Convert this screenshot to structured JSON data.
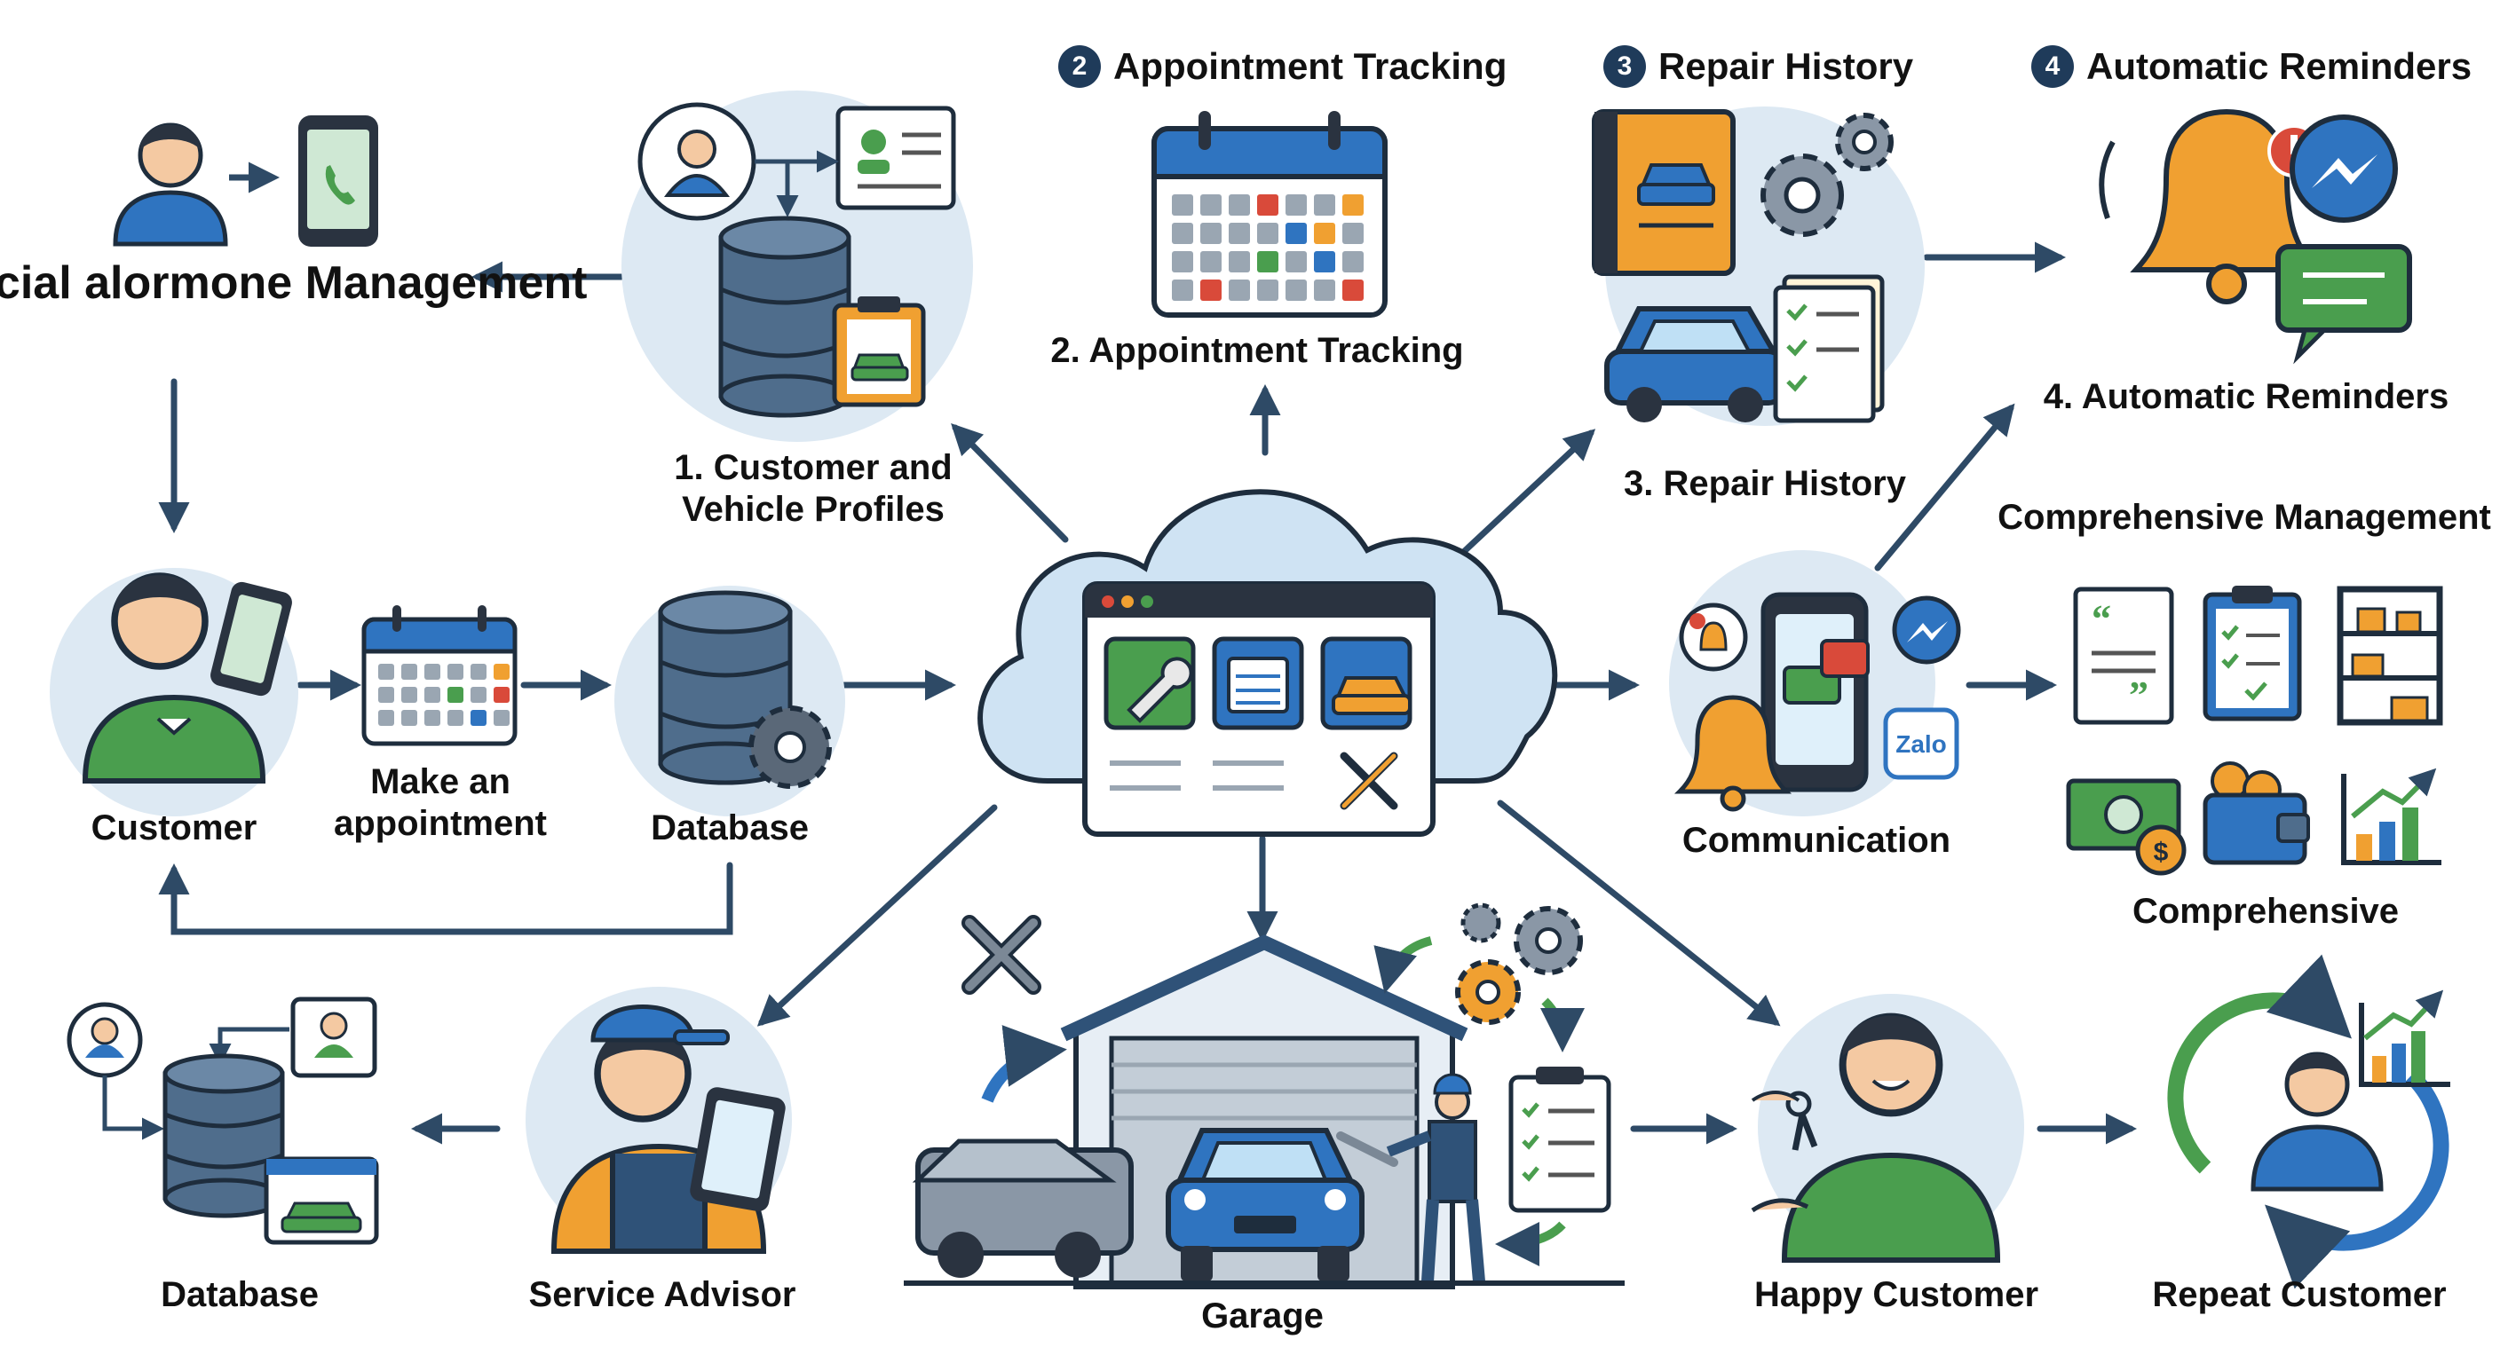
{
  "title": "Special alormone Management",
  "headers": [
    {
      "num": "2",
      "text": "Appointment Tracking"
    },
    {
      "num": "3",
      "text": "Repair History"
    },
    {
      "num": "4",
      "text": "Automatic Reminders"
    }
  ],
  "labels": {
    "profiles": "1. Customer and Vehicle Profiles",
    "appointment_tracking": "2. Appointment Tracking",
    "repair_history": "3. Repair History",
    "automatic_reminders": "4. Automatic Reminders",
    "comprehensive_management": "Comprehensive Management",
    "customer": "Customer",
    "make_appointment": "Make an appointment",
    "database_mid": "Database",
    "communication": "Communication",
    "comprehensive": "Comprehensive",
    "database_bottom": "Database",
    "service_advisor": "Service Advisor",
    "garage": "Garage",
    "happy_customer": "Happy Customer",
    "repeat_customer": "Repeat Customer"
  },
  "icons": [
    "person-icon",
    "phone-icon",
    "database-icon",
    "profile-card-icon",
    "clipboard-car-icon",
    "calendar-icon",
    "cloud-app-icon",
    "wrench-icon",
    "car-icon",
    "book-icon",
    "gear-icon",
    "document-icon",
    "bell-icon",
    "messenger-icon",
    "chat-icon",
    "zalo-icon",
    "money-icon",
    "wallet-icon",
    "growth-chart-icon",
    "shelves-icon",
    "checklist-icon",
    "garage-icon",
    "mechanic-icon",
    "key-icon",
    "cycle-icon"
  ],
  "colors": {
    "navy": "#2e4a66",
    "light_circle": "#dde9f3",
    "green": "#4a9e4e",
    "orange": "#f0a031",
    "blue": "#2f74c0",
    "red": "#d94a3a"
  }
}
